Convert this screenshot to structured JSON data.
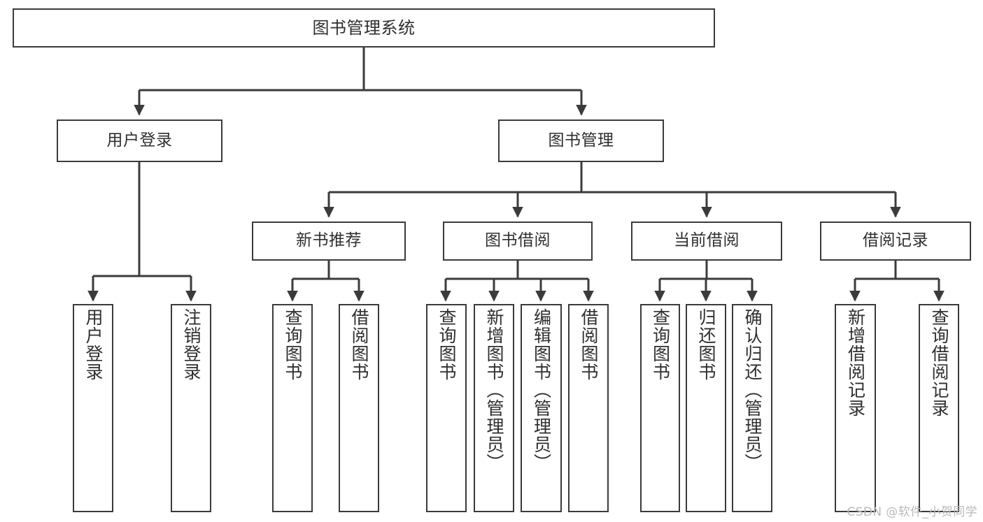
{
  "diagram": {
    "type": "tree-hierarchy-chart",
    "title": "图书管理系统",
    "watermark": "CSDN @软件_小贺同学",
    "colors": {
      "stroke": "#3b3b3b",
      "fill": "#ffffff",
      "text": "#2f2f2f",
      "watermark": "#b9b9b9"
    },
    "root": {
      "label": "图书管理系统"
    },
    "level2": [
      {
        "label": "用户登录"
      },
      {
        "label": "图书管理"
      }
    ],
    "level3": [
      {
        "label": "新书推荐"
      },
      {
        "label": "图书借阅"
      },
      {
        "label": "当前借阅"
      },
      {
        "label": "借阅记录"
      }
    ],
    "leaves": {
      "user_login": [
        {
          "label": "用户登录"
        },
        {
          "label": "注销登录"
        }
      ],
      "new_book_recommend": [
        {
          "label": "查询图书"
        },
        {
          "label": "借阅图书"
        }
      ],
      "book_borrow": [
        {
          "label": "查询图书"
        },
        {
          "label": "新增图书（管理员）"
        },
        {
          "label": "编辑图书（管理员）"
        },
        {
          "label": "借阅图书"
        }
      ],
      "current_borrow": [
        {
          "label": "查询图书"
        },
        {
          "label": "归还图书"
        },
        {
          "label": "确认归还（管理员）"
        }
      ],
      "borrow_records": [
        {
          "label": "新增借阅记录"
        },
        {
          "label": "查询借阅记录"
        }
      ]
    }
  }
}
